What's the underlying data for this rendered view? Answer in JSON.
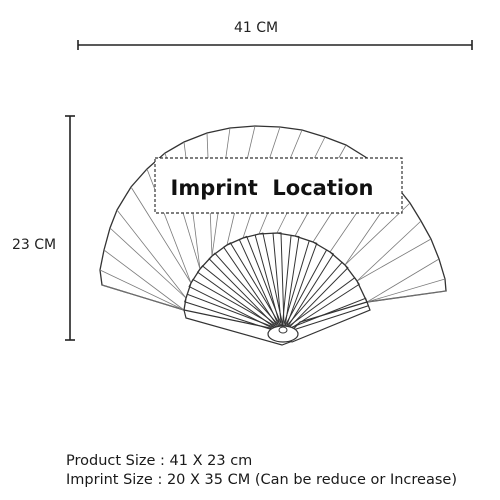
{
  "dimensions": {
    "width_label": "41 CM",
    "height_label": "23 CM"
  },
  "imprint": {
    "label": "Imprint  Location"
  },
  "specs": {
    "product_size": "Product Size : 41 X 23 cm",
    "imprint_size": "Imprint Size : 20 X 35 CM (Can be reduce or Increase)"
  }
}
